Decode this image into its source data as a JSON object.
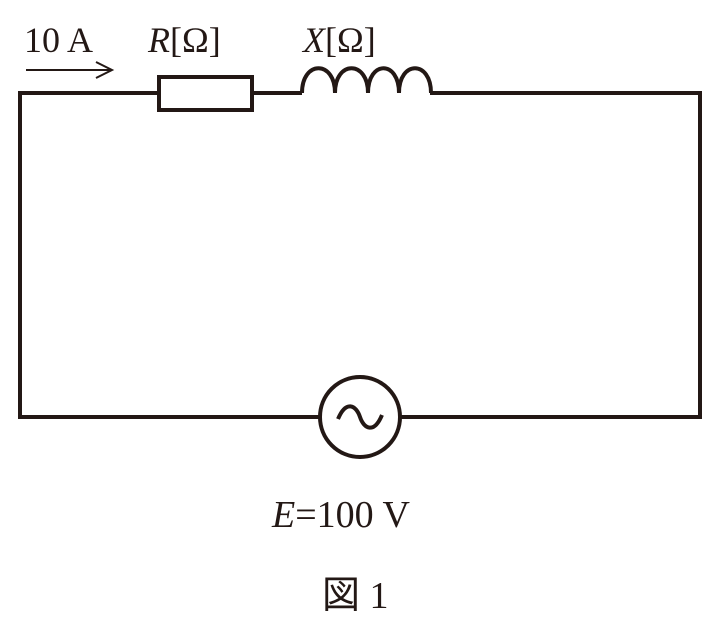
{
  "current_label": "10 A",
  "resistor_label": {
    "symbol": "R",
    "unit": "[Ω]"
  },
  "reactance_label": {
    "symbol": "X",
    "unit": "[Ω]"
  },
  "source_label": {
    "symbol": "E",
    "value": "=100 V"
  },
  "caption": "図 1",
  "colors": {
    "line": "#231815",
    "background": "#ffffff"
  }
}
